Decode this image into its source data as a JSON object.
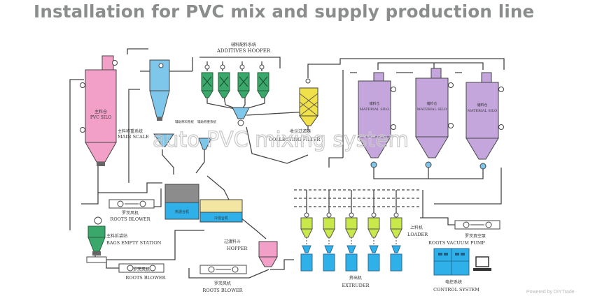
{
  "title": "Installation for PVC mix and supply production line",
  "watermark": "auto PVC mixing system",
  "colors": {
    "pink": "#f2a0c8",
    "blue": "#7ec6ea",
    "purple": "#c4a6dc",
    "green": "#3aa86a",
    "yellow": "#f0e04a",
    "cyan": "#2fb0e8",
    "line": "#444444"
  },
  "labels": {
    "pvc_silo_cn": "主料仓",
    "pvc_silo": "PVC SILO",
    "main_scale_cn": "主料称重系统",
    "main_scale": "MAIN SCALE",
    "additives_hopper_cn": "辅料配料系统",
    "additives_hopper": "ADDITIVES HOOPER",
    "additive_scale_1": "辅助称料系统",
    "additive_scale_2": "辅助称重系统",
    "collecting_filter_cn": "收尘过滤器",
    "collecting_filter": "COLLECTING FILTER",
    "material_silo_cn": "储料仓",
    "material_silo": "MATERIAL SILO",
    "hot_mixer": "热混合机",
    "cool_mixer": "冷混合机",
    "roots_blower_cn": "罗茨风机",
    "roots_blower": "ROOTS BLOWER",
    "bags_empty_station_cn": "主料拆袋站",
    "bags_empty_station": "BAGS EMPTY STATION",
    "hopper_cn": "过渡料斗",
    "hopper": "HOPPER",
    "loader_cn": "上料机",
    "loader": "LOADER",
    "roots_vacuum_pump_cn": "罗茨真空泵",
    "roots_vacuum_pump": "ROOTS VACUUM PUMP",
    "extruder_cn": "挤出机",
    "extruder": "EXTRUDER",
    "control_system_cn": "电控系统",
    "control_system": "CONTROL SYSTEM",
    "credit": "Powered by DIYTrade"
  }
}
